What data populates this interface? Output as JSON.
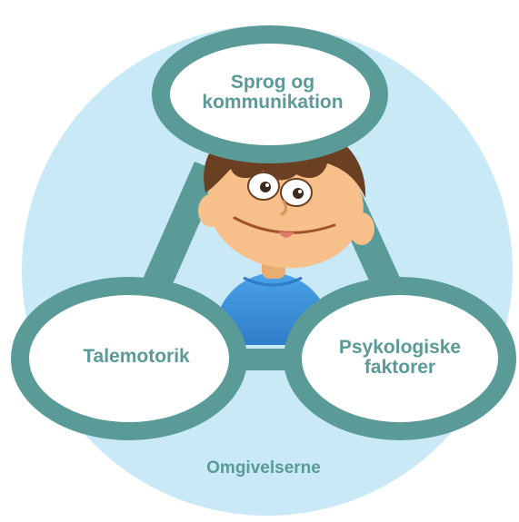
{
  "diagram": {
    "top_node": {
      "line1": "Sprog og",
      "line2": "kommunikation"
    },
    "left_node": {
      "label": "Talemotorik"
    },
    "right_node": {
      "line1": "Psykologiske",
      "line2": "faktorer"
    },
    "environment_label": "Omgivelserne"
  },
  "colors": {
    "background_circle": "#c9e9f7",
    "ring": "#5a9a97",
    "ring_fill": "#ffffff",
    "label_text": "#5a9a97",
    "hair": "#6b3f21",
    "skin": "#f7c08a",
    "shirt": "#3d8fd9"
  },
  "icons": {
    "character": "cartoon-boy-illustration"
  }
}
